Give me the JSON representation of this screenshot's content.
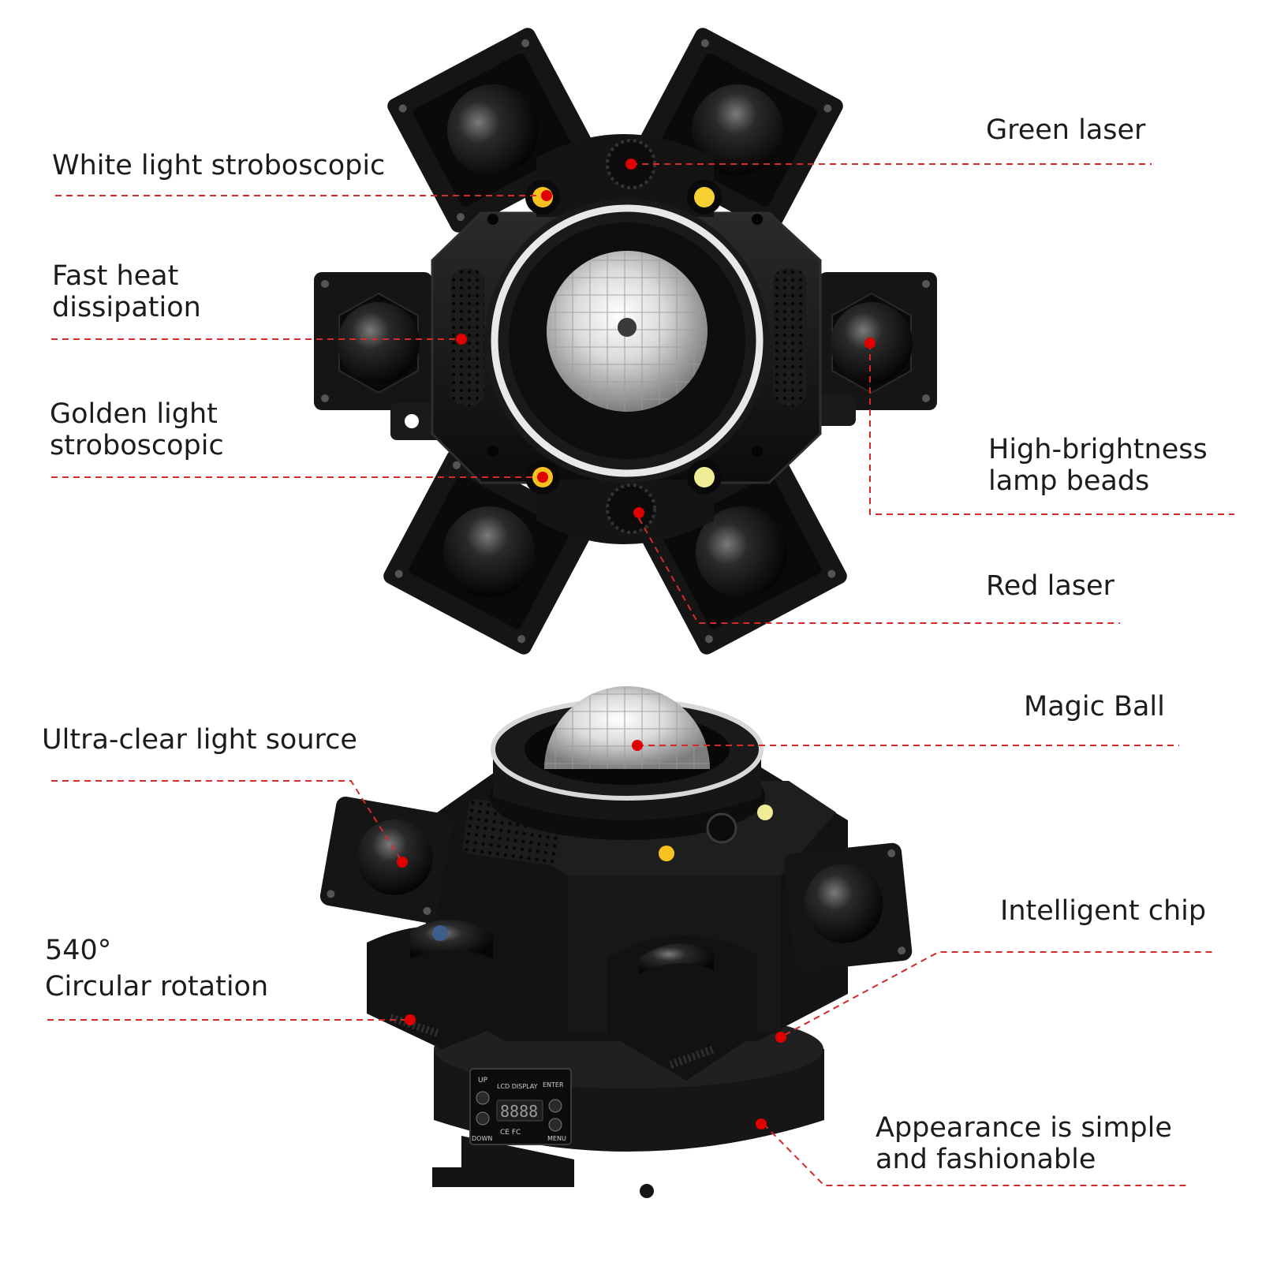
{
  "top_view": {
    "callouts": {
      "white_strobe": {
        "lines": [
          "White light stroboscopic"
        ]
      },
      "heat": {
        "lines": [
          "Fast heat",
          "dissipation"
        ]
      },
      "golden_strobe": {
        "lines": [
          "Golden light",
          "stroboscopic"
        ]
      },
      "green_laser": {
        "lines": [
          "Green laser"
        ]
      },
      "lamp_beads": {
        "lines": [
          "High-brightness",
          "lamp beads"
        ]
      },
      "red_laser": {
        "lines": [
          "Red laser"
        ]
      }
    }
  },
  "side_view": {
    "callouts": {
      "light_source": {
        "lines": [
          "Ultra-clear light source"
        ]
      },
      "rotation": {
        "lines": [
          "540°",
          "Circular rotation"
        ]
      },
      "magic_ball": {
        "lines": [
          "Magic Ball"
        ]
      },
      "chip": {
        "lines": [
          "Intelligent chip"
        ]
      },
      "appearance": {
        "lines": [
          "Appearance is simple",
          "and fashionable"
        ]
      }
    },
    "panel": {
      "up": "UP",
      "down": "DOWN",
      "lcd": "LCD DISPLAY",
      "enter": "ENTER",
      "menu": "MENU",
      "digits": "8888",
      "certs": "CE FC"
    }
  },
  "colors": {
    "leader_line": "#d42a2a",
    "marker": "#e00000",
    "body": "#141414",
    "white_led": "#f4f2d0",
    "golden_led": "#f7c21e"
  }
}
